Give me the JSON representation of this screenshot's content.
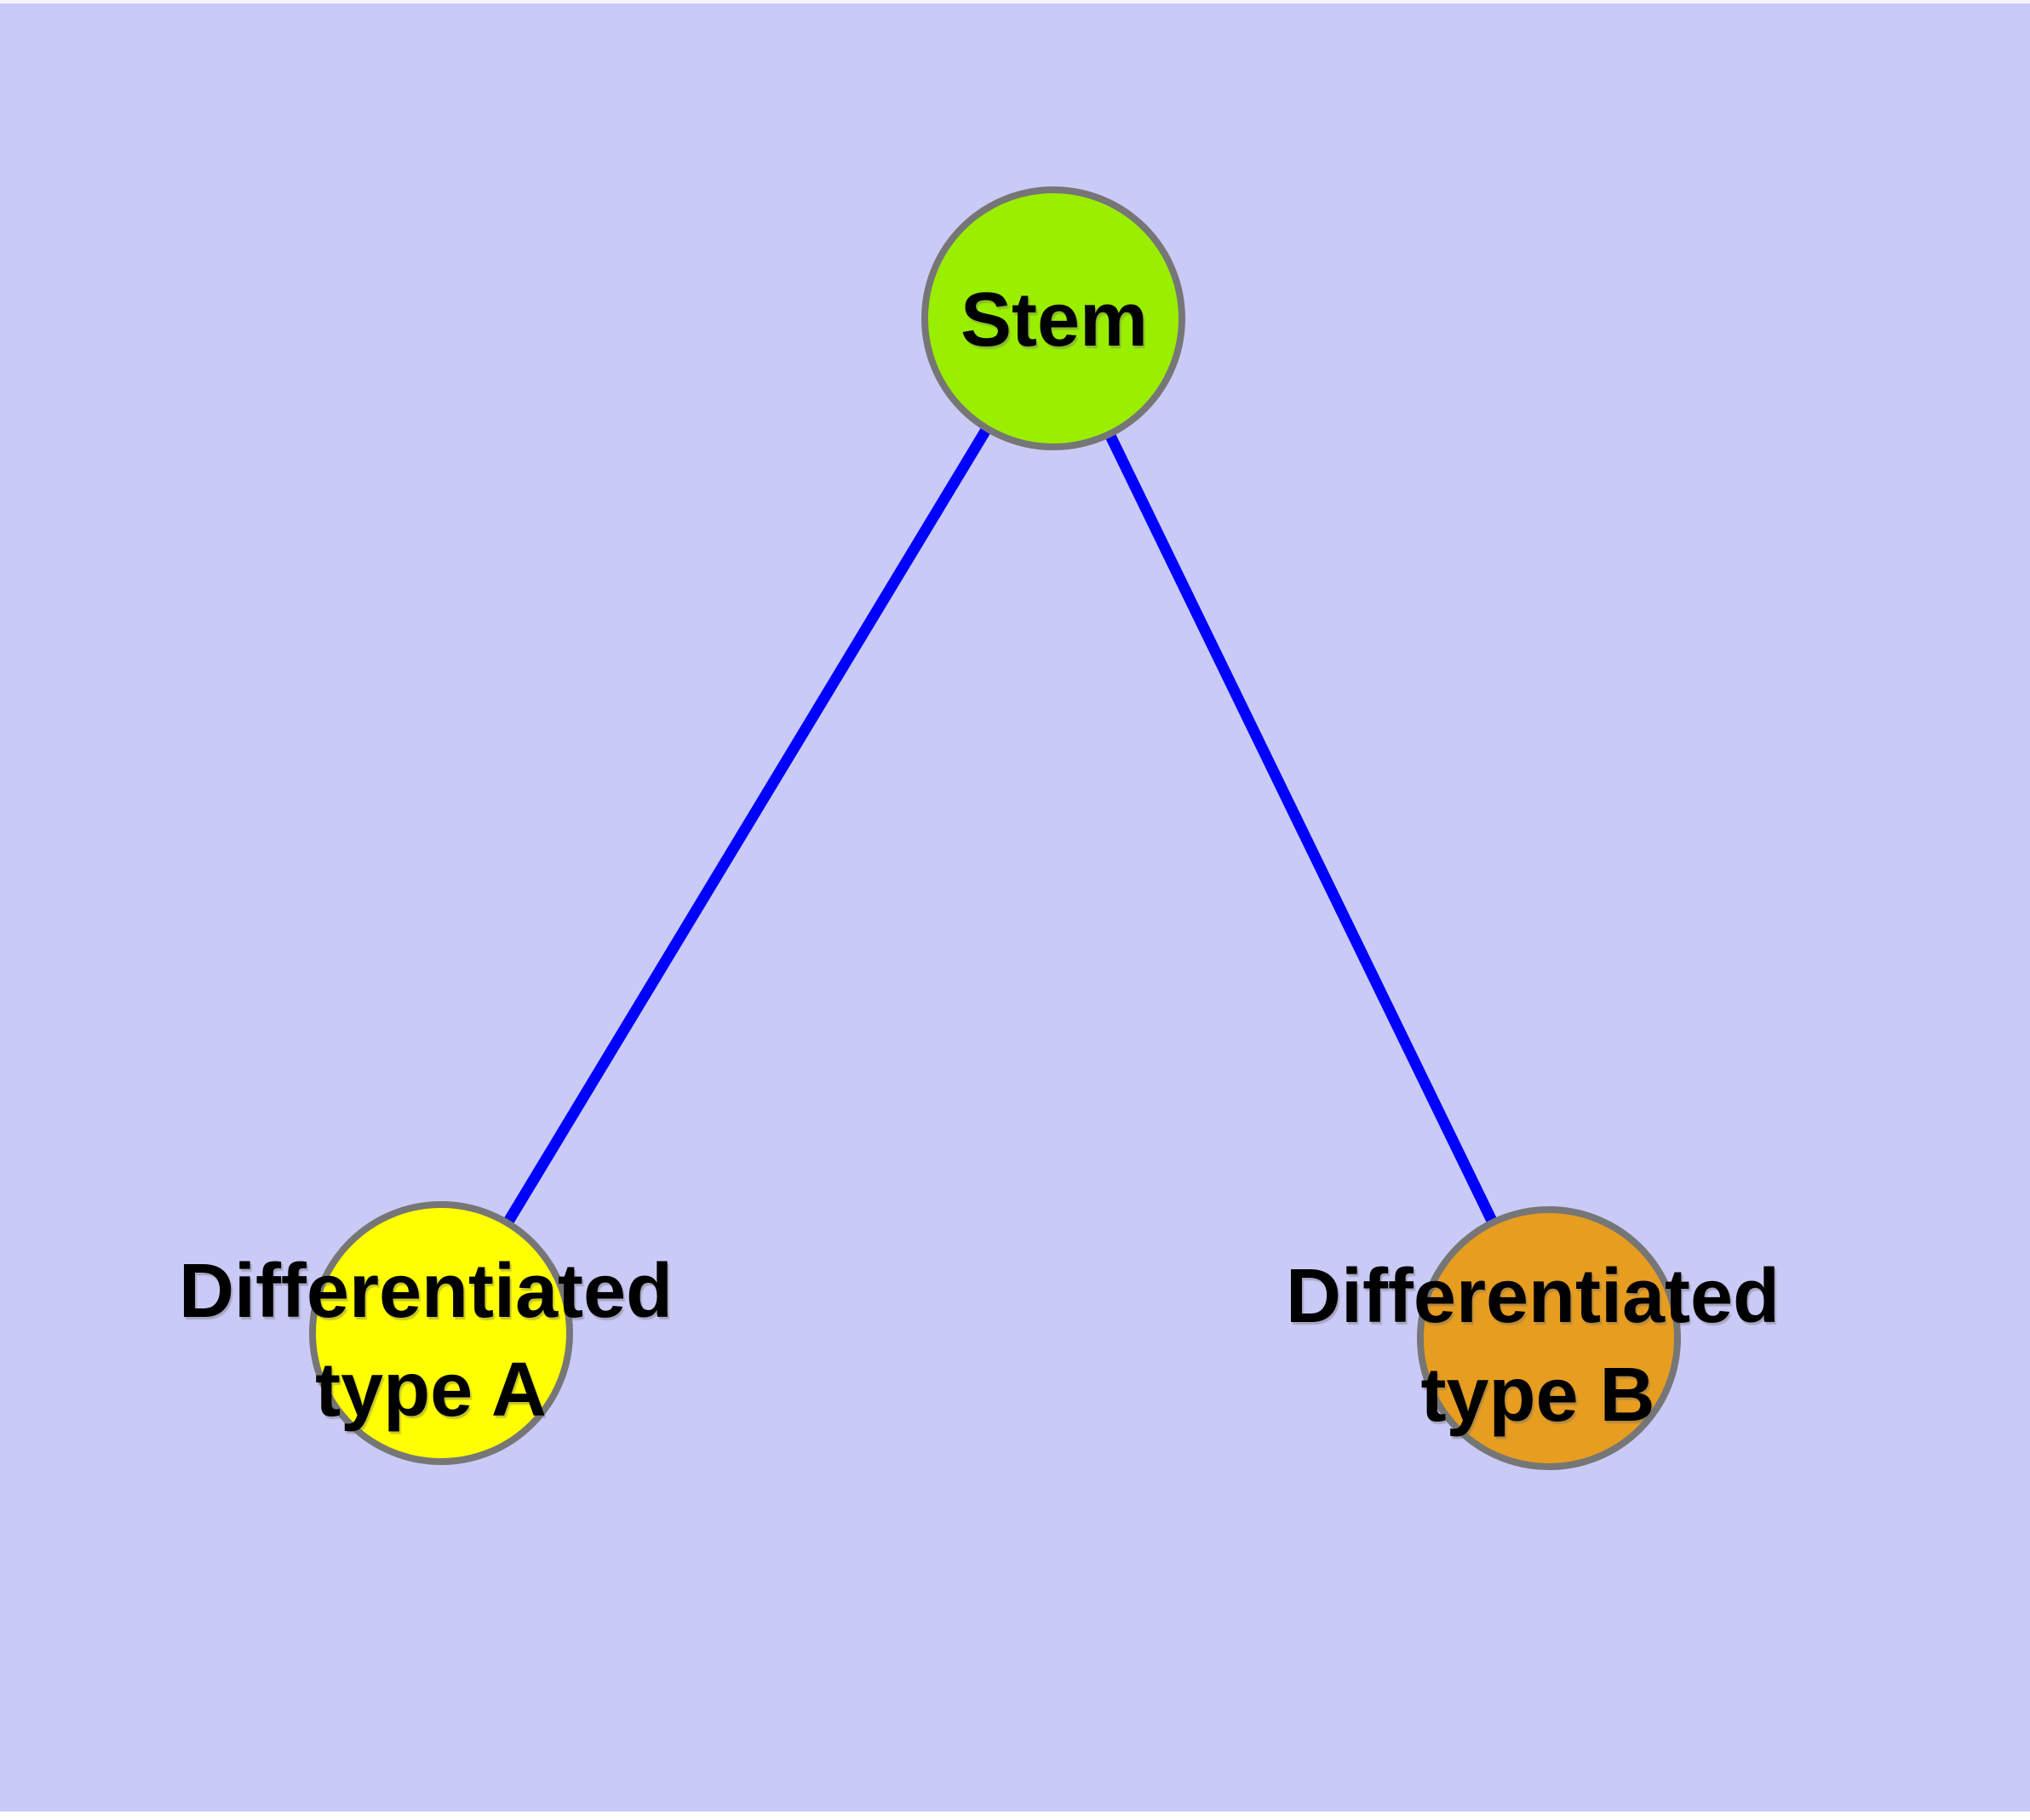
{
  "diagram": {
    "background_color": "#CACAF7",
    "edge_color": "#0000FF",
    "node_border_color": "#767676",
    "label_color": "#000000",
    "nodes": [
      {
        "id": "stem",
        "label": "Stem",
        "color": "#9AEE00"
      },
      {
        "id": "differentiated-type-a",
        "label_line1": "Differentiated",
        "label_line2": "type A",
        "color": "#FFFF00"
      },
      {
        "id": "differentiated-type-b",
        "label_line1": "Differentiated",
        "label_line2": "type B",
        "color": "#E79D20"
      }
    ],
    "edges": [
      {
        "from": "Stem",
        "to": "Differentiated type A"
      },
      {
        "from": "Stem",
        "to": "Differentiated type B"
      }
    ]
  }
}
